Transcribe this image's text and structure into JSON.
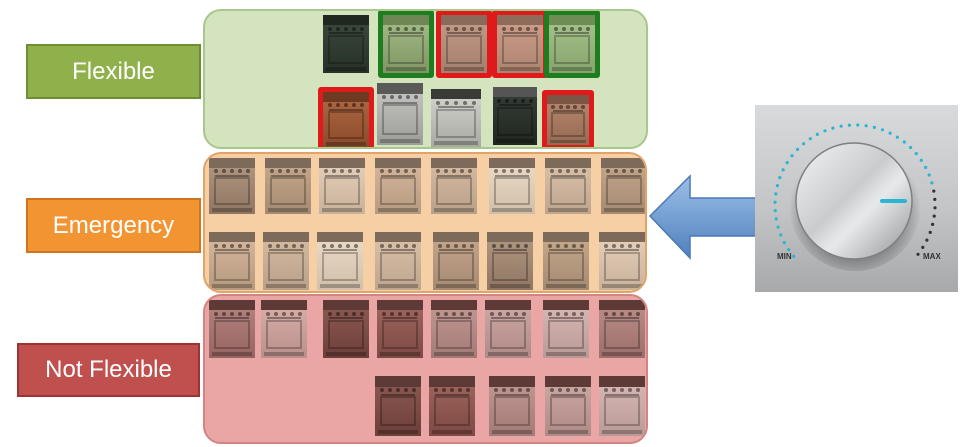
{
  "labels": {
    "flexible": "Flexible",
    "emergency": "Emergency",
    "not_flexible": "Not Flexible"
  },
  "knob": {
    "min_label": "MIN",
    "max_label": "MAX"
  },
  "colors": {
    "flexible_label": "#8fb04a",
    "flexible_tier": "#d3e4bf",
    "emergency_label": "#f39432",
    "emergency_tier": "#f7cfa5",
    "not_flexible_label": "#c0504d",
    "not_flexible_tier": "#e9a6a5",
    "highlight_green": "#1e7d1e",
    "highlight_red": "#e01a1a",
    "arrow": "#6f9bd5",
    "knob_indicator": "#2bb5d3"
  }
}
